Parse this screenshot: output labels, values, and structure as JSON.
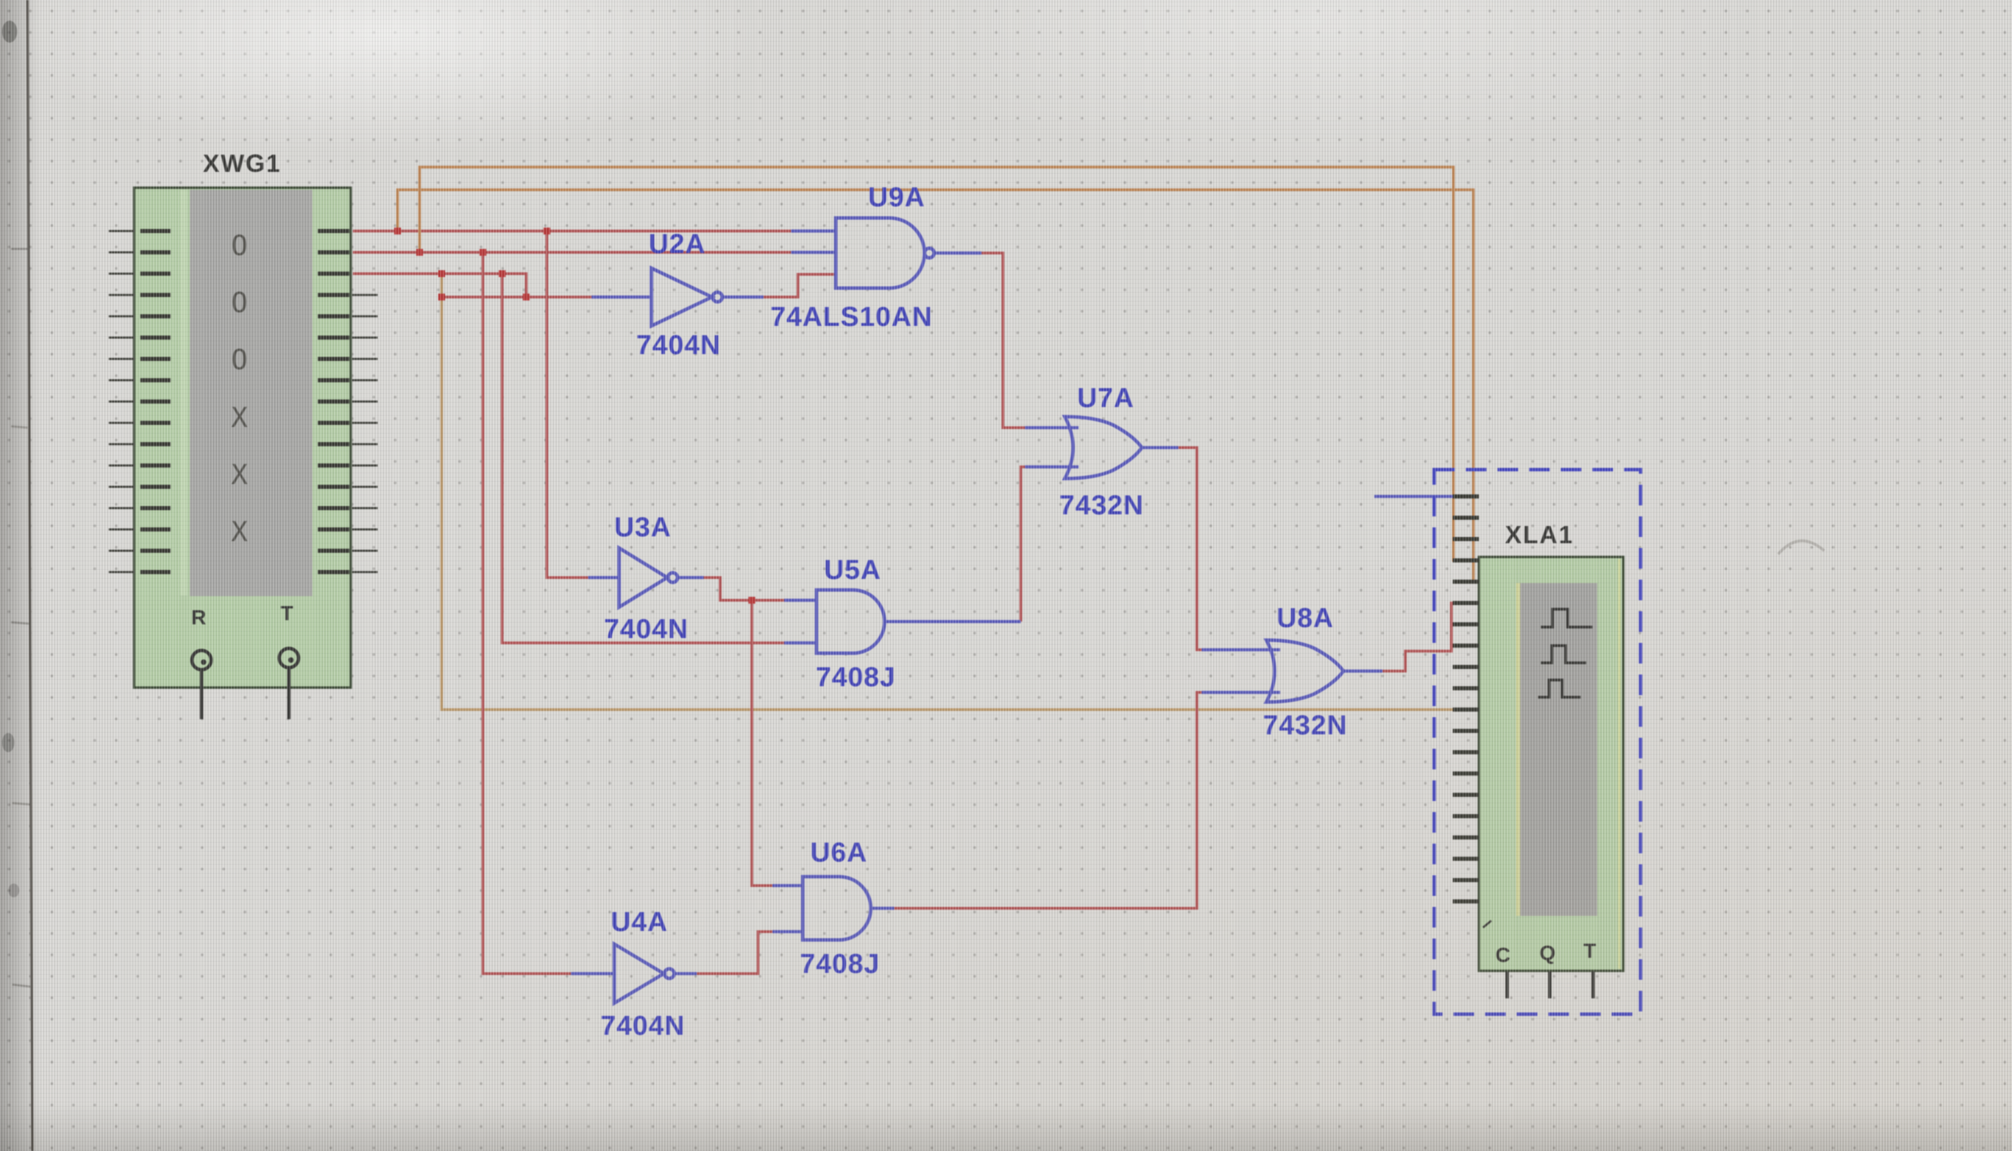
{
  "app": {
    "view": "schematic-capture-canvas"
  },
  "components": {
    "xwg1": {
      "ref": "XWG1",
      "rows": [
        "O",
        "O",
        "O",
        "X",
        "X",
        "X"
      ],
      "pin_r": "R",
      "pin_t": "T"
    },
    "u2a": {
      "ref": "U2A",
      "part": "7404N"
    },
    "u3a": {
      "ref": "U3A",
      "part": "7404N"
    },
    "u4a": {
      "ref": "U4A",
      "part": "7404N"
    },
    "u9a": {
      "ref": "U9A",
      "part": "74ALS10AN"
    },
    "u5a": {
      "ref": "U5A",
      "part": "7408J"
    },
    "u6a": {
      "ref": "U6A",
      "part": "7408J"
    },
    "u7a": {
      "ref": "U7A",
      "part": "7432N"
    },
    "u8a": {
      "ref": "U8A",
      "part": "7432N"
    },
    "xla1": {
      "ref": "XLA1",
      "pin_c": "C",
      "pin_q": "Q",
      "pin_t": "T"
    }
  },
  "colors": {
    "canvas": "#d8d7d4",
    "wire_red": "#b85456",
    "wire_orange": "#c08552",
    "wire_tan": "#bd9a6a",
    "wire_blue": "#5b5cc2",
    "symbol_blue": "#5b5cc2",
    "label_blue": "#4345c0",
    "junction_red": "#c03b3b",
    "body_green": "#b3cda4",
    "body_border": "#3f4d39",
    "panel_gray": "#a7a7a5",
    "dashed_blue": "#4749c8",
    "ink_dark": "#3a3a38"
  }
}
